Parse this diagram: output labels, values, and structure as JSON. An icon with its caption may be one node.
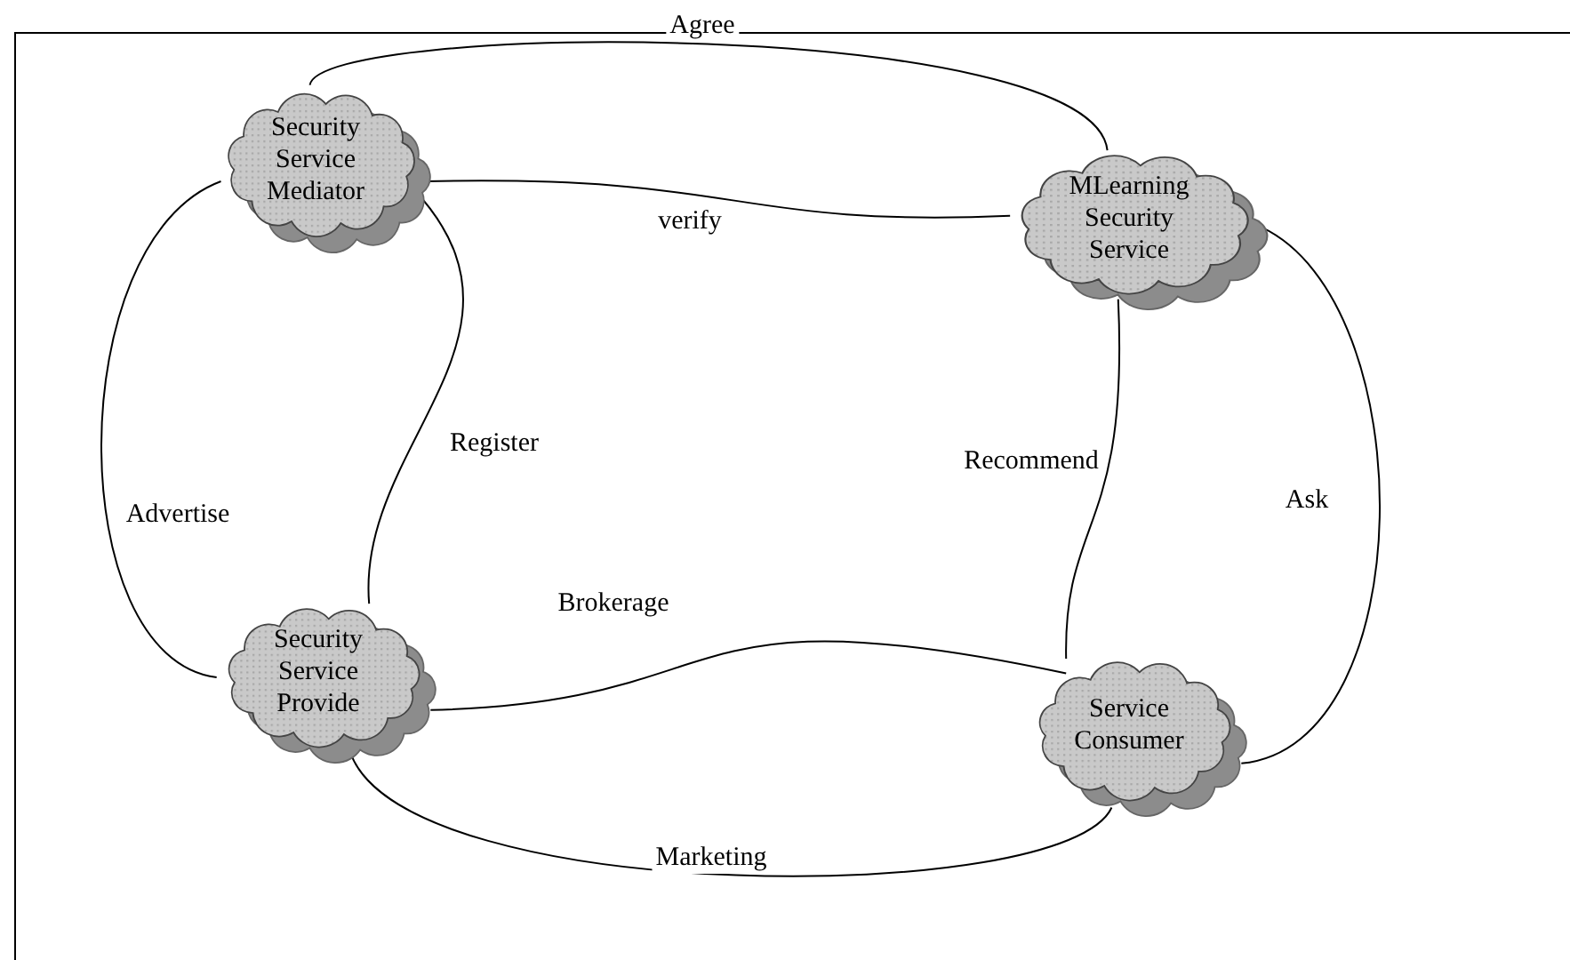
{
  "diagram": {
    "nodes": [
      {
        "text": [
          "Security Service Mediator"
        ]
      },
      {
        "text": [
          "MLearning Security Service"
        ]
      },
      {
        "text": [
          "Security Service Provide"
        ]
      },
      {
        "text": [
          "Service Consumer"
        ]
      }
    ],
    "edges": [
      {
        "from": 0,
        "to": 1,
        "arrow": "none",
        "label": "Agree"
      },
      {
        "from": 0,
        "to": 1,
        "arrow": "none",
        "label": "verify"
      },
      {
        "from": 0,
        "to": 2,
        "arrow": "none",
        "label": "Advertise"
      },
      {
        "from": 0,
        "to": 2,
        "arrow": "none",
        "label": "Register"
      },
      {
        "from": 1,
        "to": 3,
        "arrow": "none",
        "label": "Recommend"
      },
      {
        "from": 1,
        "to": 3,
        "arrow": "none",
        "label": "Ask"
      },
      {
        "from": 2,
        "to": 3,
        "arrow": "none",
        "label": "Brokerage"
      },
      {
        "from": 2,
        "to": 3,
        "arrow": "none",
        "label": "Marketing"
      }
    ]
  }
}
